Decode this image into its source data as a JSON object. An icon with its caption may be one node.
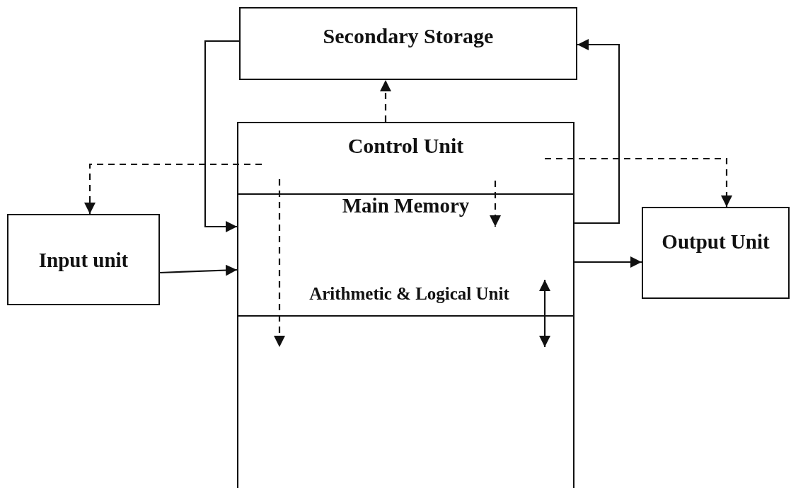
{
  "diagram": {
    "nodes": [
      {
        "text": [
          "Secondary Storage"
        ]
      },
      {
        "text": [],
        "shape": "box"
      },
      {
        "text": [
          "Control Unit"
        ],
        "in": 1
      },
      {
        "text": [
          "Main Memory"
        ],
        "in": 1
      },
      {
        "text": [
          "Arithmetic & Logical Unit"
        ],
        "in": 1
      },
      {
        "text": [],
        "shape": "box",
        "in": 1
      },
      {
        "text": [
          "Input unit"
        ]
      },
      {
        "text": [
          "Output Unit"
        ]
      }
    ],
    "edges": [
      {
        "from": 0,
        "to": 1,
        "arrow": "to"
      },
      {
        "from": 6,
        "to": 1,
        "arrow": "to"
      },
      {
        "from": 1,
        "to": 0,
        "arrow": "to"
      },
      {
        "from": 1,
        "to": 7,
        "arrow": "to"
      },
      {
        "from": 2,
        "to": 0,
        "arrow": "to",
        "style": "dashed"
      },
      {
        "from": 2,
        "to": 3,
        "arrow": "to",
        "style": "dashed"
      },
      {
        "from": 2,
        "to": 6,
        "arrow": "to",
        "style": "dashed"
      },
      {
        "from": 2,
        "to": 7,
        "arrow": "to",
        "style": "dashed"
      },
      {
        "from": 2,
        "to": 5,
        "arrow": "to",
        "style": "dashed"
      },
      {
        "from": 4,
        "to": 5,
        "arrow": "both"
      }
    ]
  }
}
